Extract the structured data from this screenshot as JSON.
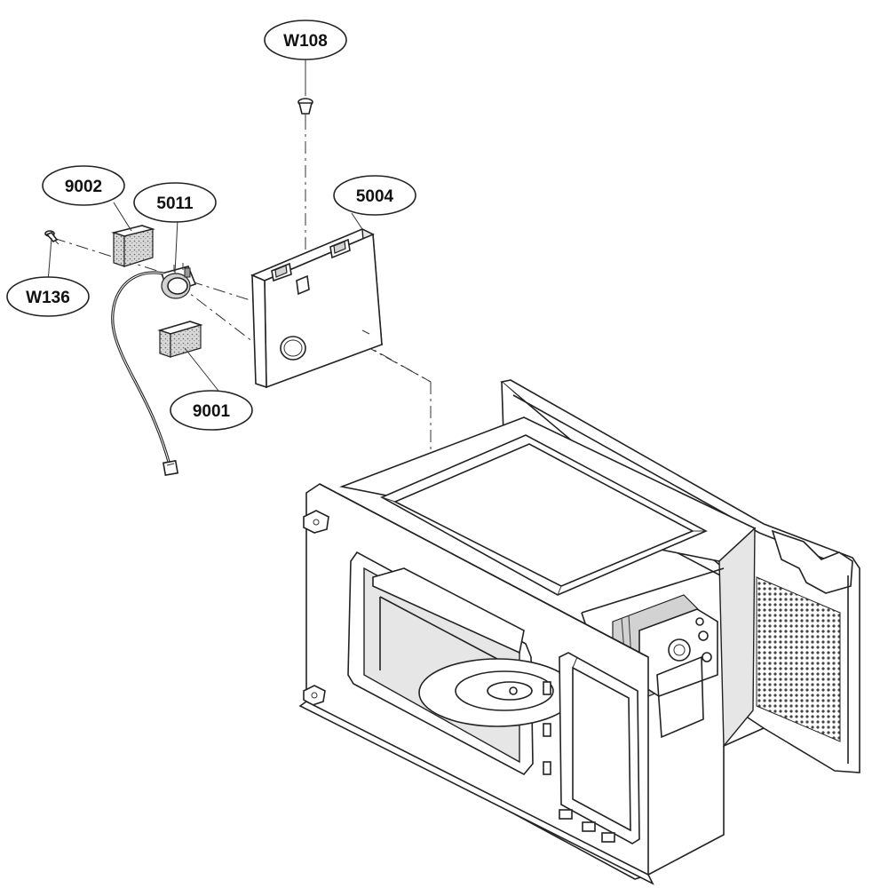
{
  "callouts": {
    "w108": "W108",
    "p9002": "9002",
    "p5011": "5011",
    "p5004": "5004",
    "w136": "W136",
    "p9001": "9001"
  }
}
